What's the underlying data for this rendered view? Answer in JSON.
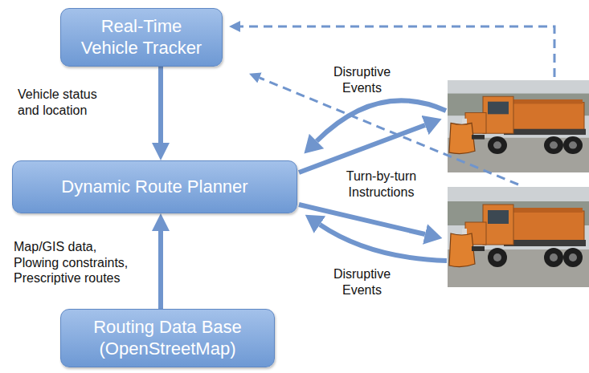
{
  "diagram": {
    "nodes": [
      {
        "text": [
          "Real-Time Vehicle Tracker"
        ]
      },
      {
        "text": [
          "Dynamic Route Planner"
        ]
      },
      {
        "text": [
          "Routing Data Base (OpenStreetMap)"
        ]
      }
    ],
    "edges": [
      {
        "from": 0,
        "to": 1,
        "label": "Vehicle status and location",
        "arrow": "to"
      },
      {
        "from": 2,
        "to": 1,
        "label": "Map/GIS data, Plowing constraints, Prescriptive routes",
        "arrow": "to"
      }
    ],
    "labels": [
      "Disruptive Events",
      "Turn-by-turn Instructions",
      "Disruptive Events"
    ]
  }
}
